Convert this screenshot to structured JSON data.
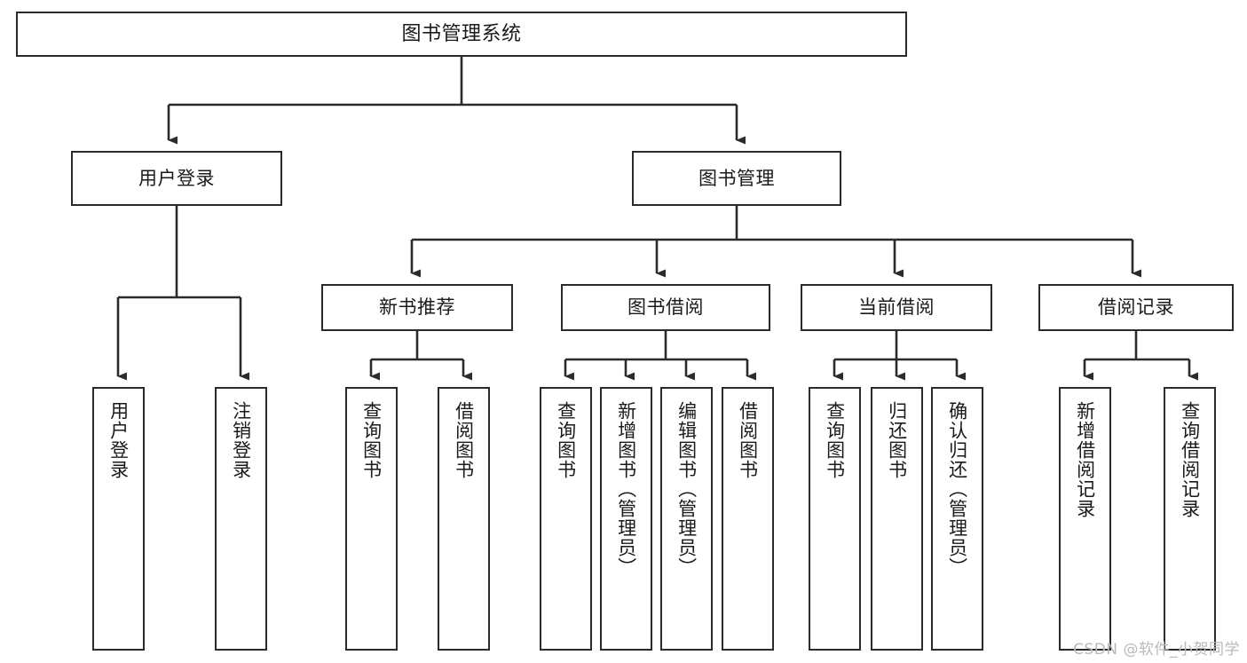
{
  "diagram": {
    "title_text": "图书管理系统",
    "type": "tree-hierarchy-chart",
    "stroke_color": "#2b2b2b",
    "fill_color": "#ffffff",
    "text_color": "#1a1a1a"
  },
  "nodes": {
    "root": {
      "label": "图书管理系统"
    },
    "level2": [
      {
        "label": "用户登录"
      },
      {
        "label": "图书管理"
      }
    ],
    "level3": [
      {
        "label": "新书推荐"
      },
      {
        "label": "图书借阅"
      },
      {
        "label": "当前借阅"
      },
      {
        "label": "借阅记录"
      }
    ],
    "leaves_user_login": [
      {
        "label": "用户登录"
      },
      {
        "label": "注销登录"
      }
    ],
    "leaves_new_book": [
      {
        "label": "查询图书"
      },
      {
        "label": "借阅图书"
      }
    ],
    "leaves_borrow": [
      {
        "label": "查询图书"
      },
      {
        "label": "新增图书（管理员）"
      },
      {
        "label": "编辑图书（管理员）"
      },
      {
        "label": "借阅图书"
      }
    ],
    "leaves_current": [
      {
        "label": "查询图书"
      },
      {
        "label": "归还图书"
      },
      {
        "label": "确认归还（管理员）"
      }
    ],
    "leaves_records": [
      {
        "label": "新增借阅记录"
      },
      {
        "label": "查询借阅记录"
      }
    ]
  },
  "watermark": {
    "text": "CSDN @软件_小贺同学"
  }
}
